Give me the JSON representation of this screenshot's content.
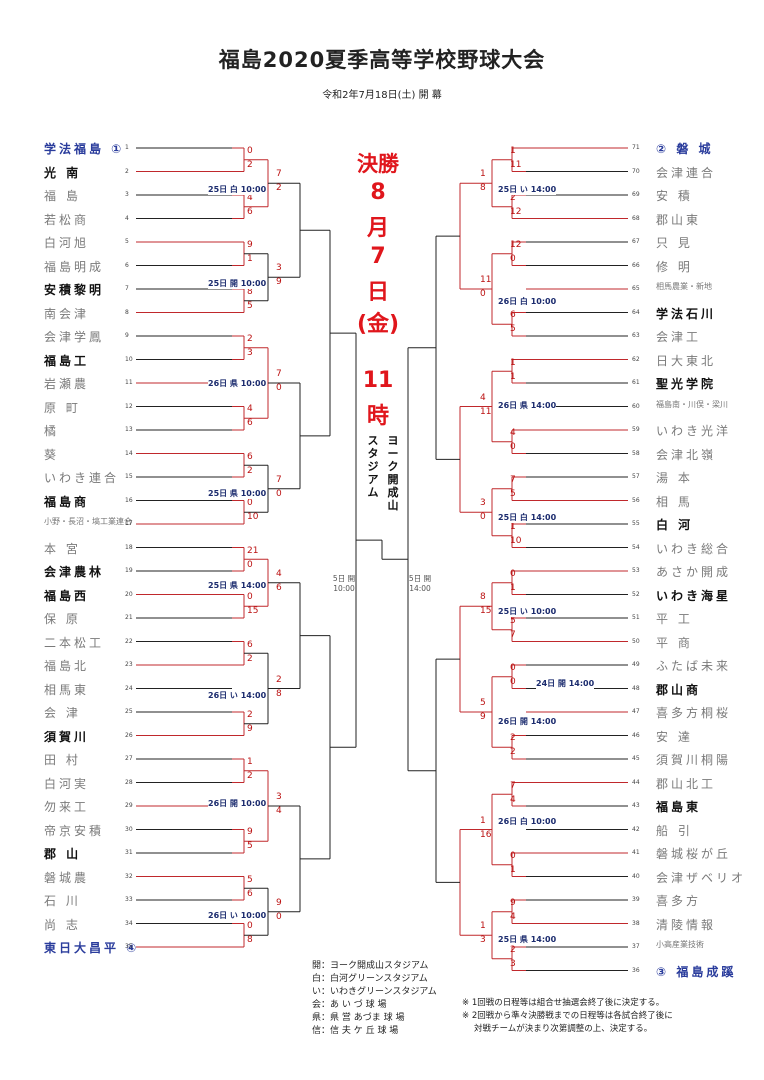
{
  "title": "福島2020夏季高等学校野球大会",
  "subtitle": "令和2年7月18日(土) 開 幕",
  "final": {
    "label": "決勝",
    "month": "8",
    "month_unit": "月",
    "day": "7",
    "day_unit": "日",
    "weekday": "(金)",
    "time": "11",
    "time_unit": "時",
    "venue_a": "ヨーク開成山",
    "venue_b": "スタジアム"
  },
  "semifinals": {
    "left": {
      "date": "5日 開",
      "time": "10:00"
    },
    "right": {
      "date": "5日 開",
      "time": "14:00"
    }
  },
  "left_teams": [
    {
      "num": "1",
      "name": "学法福島 ①",
      "style": "seed"
    },
    {
      "num": "2",
      "name": "光 南",
      "style": "strong"
    },
    {
      "num": "3",
      "name": "福 島",
      "style": "light"
    },
    {
      "num": "4",
      "name": "若松商",
      "style": "light"
    },
    {
      "num": "5",
      "name": "白河旭",
      "style": "light"
    },
    {
      "num": "6",
      "name": "福島明成",
      "style": "light"
    },
    {
      "num": "7",
      "name": "安積黎明",
      "style": "strong"
    },
    {
      "num": "8",
      "name": "南会津",
      "style": "light"
    },
    {
      "num": "9",
      "name": "会津学鳳",
      "style": "light"
    },
    {
      "num": "10",
      "name": "福島工",
      "style": "strong"
    },
    {
      "num": "11",
      "name": "岩瀬農",
      "style": "light"
    },
    {
      "num": "12",
      "name": "原 町",
      "style": "light"
    },
    {
      "num": "13",
      "name": "橘",
      "style": "light"
    },
    {
      "num": "14",
      "name": "葵",
      "style": "light"
    },
    {
      "num": "15",
      "name": "いわき連合",
      "style": "light"
    },
    {
      "num": "16",
      "name": "福島商",
      "style": "strong"
    },
    {
      "num": "17",
      "name": "小野・長沼・塙工業連合",
      "style": "small"
    },
    {
      "num": "18",
      "name": "本 宮",
      "style": "light"
    },
    {
      "num": "19",
      "name": "会津農林",
      "style": "strong"
    },
    {
      "num": "20",
      "name": "福島西",
      "style": "strong"
    },
    {
      "num": "21",
      "name": "保 原",
      "style": "light"
    },
    {
      "num": "22",
      "name": "二本松工",
      "style": "light"
    },
    {
      "num": "23",
      "name": "福島北",
      "style": "light"
    },
    {
      "num": "24",
      "name": "相馬東",
      "style": "light"
    },
    {
      "num": "25",
      "name": "会 津",
      "style": "light"
    },
    {
      "num": "26",
      "name": "須賀川",
      "style": "strong"
    },
    {
      "num": "27",
      "name": "田 村",
      "style": "light"
    },
    {
      "num": "28",
      "name": "白河実",
      "style": "light"
    },
    {
      "num": "29",
      "name": "勿来工",
      "style": "light"
    },
    {
      "num": "30",
      "name": "帝京安積",
      "style": "light"
    },
    {
      "num": "31",
      "name": "郡 山",
      "style": "strong"
    },
    {
      "num": "32",
      "name": "磐城農",
      "style": "light"
    },
    {
      "num": "33",
      "name": "石 川",
      "style": "light"
    },
    {
      "num": "34",
      "name": "尚 志",
      "style": "light"
    },
    {
      "num": "35",
      "name": "東日大昌平 ④",
      "style": "seed"
    }
  ],
  "right_teams": [
    {
      "num": "71",
      "name": "② 磐 城",
      "style": "seed"
    },
    {
      "num": "70",
      "name": "会津連合",
      "style": "light"
    },
    {
      "num": "69",
      "name": "安 積",
      "style": "light"
    },
    {
      "num": "68",
      "name": "郡山東",
      "style": "light"
    },
    {
      "num": "67",
      "name": "只 見",
      "style": "light"
    },
    {
      "num": "66",
      "name": "修 明",
      "style": "light"
    },
    {
      "num": "65",
      "name": "相馬農業・新地",
      "style": "small"
    },
    {
      "num": "64",
      "name": "学法石川",
      "style": "strong"
    },
    {
      "num": "63",
      "name": "会津工",
      "style": "light"
    },
    {
      "num": "62",
      "name": "日大東北",
      "style": "light"
    },
    {
      "num": "61",
      "name": "聖光学院",
      "style": "strong"
    },
    {
      "num": "60",
      "name": "福島南・川俣・梁川",
      "style": "small"
    },
    {
      "num": "59",
      "name": "いわき光洋",
      "style": "light"
    },
    {
      "num": "58",
      "name": "会津北嶺",
      "style": "light"
    },
    {
      "num": "57",
      "name": "湯 本",
      "style": "light"
    },
    {
      "num": "56",
      "name": "相 馬",
      "style": "light"
    },
    {
      "num": "55",
      "name": "白 河",
      "style": "strong"
    },
    {
      "num": "54",
      "name": "いわき総合",
      "style": "light"
    },
    {
      "num": "53",
      "name": "あさか開成",
      "style": "light"
    },
    {
      "num": "52",
      "name": "いわき海星",
      "style": "strong"
    },
    {
      "num": "51",
      "name": "平 工",
      "style": "light"
    },
    {
      "num": "50",
      "name": "平 商",
      "style": "light"
    },
    {
      "num": "49",
      "name": "ふたば未来",
      "style": "light"
    },
    {
      "num": "48",
      "name": "郡山商",
      "style": "strong"
    },
    {
      "num": "47",
      "name": "喜多方桐桜",
      "style": "light"
    },
    {
      "num": "46",
      "name": "安 達",
      "style": "light"
    },
    {
      "num": "45",
      "name": "須賀川桐陽",
      "style": "light"
    },
    {
      "num": "44",
      "name": "郡山北工",
      "style": "light"
    },
    {
      "num": "43",
      "name": "福島東",
      "style": "strong"
    },
    {
      "num": "42",
      "name": "船 引",
      "style": "light"
    },
    {
      "num": "41",
      "name": "磐城桜が丘",
      "style": "light"
    },
    {
      "num": "40",
      "name": "会津ザベリオ",
      "style": "light"
    },
    {
      "num": "39",
      "name": "喜多方",
      "style": "light"
    },
    {
      "num": "38",
      "name": "清陵情報",
      "style": "light"
    },
    {
      "num": "37",
      "name": "小高産業技術",
      "style": "small"
    },
    {
      "num": "36",
      "name": "③ 福島成蹊",
      "style": "seed"
    }
  ],
  "game_labels": [
    "25日 白 10:00",
    "25日 開 10:00",
    "26日 県 10:00",
    "25日 県 10:00",
    "25日 県 14:00",
    "26日 い 14:00",
    "26日 開 10:00",
    "26日 い 10:00",
    "25日 い 14:00",
    "26日 白 10:00",
    "26日 県 14:00",
    "25日 白 14:00",
    "25日 い 10:00",
    "26日 開 14:00",
    "26日 白 10:00",
    "25日 県 14:00",
    "24日 開 14:00"
  ],
  "legend": [
    "開：ヨーク開成山スタジアム",
    "白：白河グリーンスタジアム",
    "い：いわきグリーンスタジアム",
    "会：あ い づ 球 場",
    "県：県 営 あづま 球 場",
    "信：信 夫 ケ 丘 球 場"
  ],
  "notes": [
    "※ 1回戦の日程等は組合せ抽選会終了後に決定する。",
    "※ 2回戦から準々決勝戦までの日程等は各試合終了後に",
    "対戦チームが決まり次第調整の上、決定する。"
  ],
  "scores": [
    "0",
    "2",
    "7",
    "2",
    "4",
    "6",
    "9",
    "1",
    "3",
    "9",
    "8",
    "5",
    "2",
    "3",
    "7",
    "0",
    "4",
    "6",
    "6",
    "2",
    "7",
    "0",
    "0",
    "10",
    "21",
    "0",
    "4",
    "6",
    "0",
    "15",
    "6",
    "2",
    "2",
    "8",
    "2",
    "9",
    "1",
    "2",
    "3",
    "4",
    "9",
    "5",
    "5",
    "6",
    "9",
    "0",
    "0",
    "8",
    "1",
    "11",
    "1",
    "8",
    "2",
    "12",
    "12",
    "0",
    "11",
    "0",
    "6",
    "5",
    "1",
    "1",
    "4",
    "11",
    "4",
    "0",
    "7",
    "5",
    "3",
    "0",
    "1",
    "10",
    "0",
    "1",
    "8",
    "15",
    "5",
    "7",
    "0",
    "0",
    "5",
    "9",
    "2",
    "2",
    "7",
    "4",
    "1",
    "16",
    "0",
    "1",
    "9",
    "4",
    "1",
    "3",
    "2",
    "3",
    "12",
    "2",
    "9",
    "5",
    "2",
    "1",
    "12",
    "10",
    "0",
    "9",
    "13",
    "0",
    "8",
    "1",
    "4"
  ],
  "colors": {
    "win_line": "#c0282c",
    "lose_line": "#222222",
    "seed_blue": "#2a3c9c",
    "final_red": "#e0161c"
  }
}
